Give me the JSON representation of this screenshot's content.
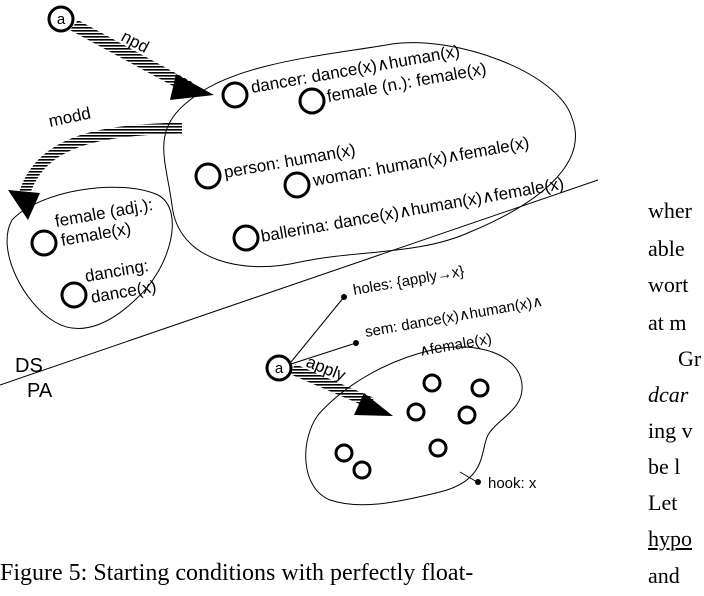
{
  "diagram": {
    "token_a": "a",
    "arrow_npd": "npd",
    "arrow_modd": "modd",
    "arrow_apply": "apply",
    "ds_label": "DS",
    "pa_label": "PA",
    "senses": {
      "dancer": "dancer: dance(x)∧human(x)",
      "female_n": "female (n.): female(x)",
      "person": "person: human(x)",
      "woman": "woman: human(x)∧female(x)",
      "ballerina": "ballerina: dance(x)∧human(x)∧female(x)",
      "female_adj_1": "female (adj.):",
      "female_adj_2": "female(x)",
      "dancing_1": "dancing:",
      "dancing_2": "dance(x)"
    },
    "holes": "holes: {apply→x}",
    "sem_1": "sem: dance(x)∧human(x)∧",
    "sem_2": "∧female(x)",
    "hook": "hook: x"
  },
  "side_text": [
    "wher",
    "able",
    "wort",
    "at m",
    "Gr",
    "dcar",
    "ing v",
    "be l",
    "Let",
    "hypo",
    "and"
  ],
  "caption": "Figure 5: Starting conditions with perfectly float-"
}
